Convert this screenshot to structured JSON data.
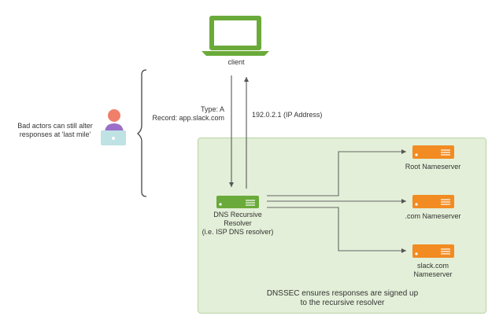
{
  "client": {
    "label": "client",
    "icon": "laptop-icon"
  },
  "request": {
    "lines": [
      "Type: A",
      "Record: app.slack.com"
    ]
  },
  "response": {
    "label": "192.0.2.1 (IP Address)"
  },
  "bad_actor": {
    "lines": [
      "Bad actors can still alter",
      "responses at 'last mile'"
    ],
    "icon": "person-at-laptop-icon"
  },
  "resolver": {
    "lines": [
      "DNS Recursive",
      "Resolver",
      "(i.e. ISP DNS resolver)"
    ],
    "icon": "server-icon"
  },
  "nameservers": [
    {
      "lines": [
        "Root Nameserver"
      ],
      "icon": "server-icon"
    },
    {
      "lines": [
        ".com Nameserver"
      ],
      "icon": "server-icon"
    },
    {
      "lines": [
        "slack.com",
        "Nameserver"
      ],
      "icon": "server-icon"
    }
  ],
  "dnssec_note": {
    "lines": [
      "DNSSEC ensures responses are signed up",
      "to the recursive resolver"
    ]
  },
  "colors": {
    "laptop": "#6aaa3a",
    "resolver": "#6aaa3a",
    "nameserver": "#f28b22",
    "zone_fill": "#e3efd8",
    "zone_border": "#b8d4a3",
    "arrow": "#666666",
    "person_head": "#f07f6a",
    "person_body": "#9b6fc9",
    "person_laptop": "#bfe2e4"
  }
}
